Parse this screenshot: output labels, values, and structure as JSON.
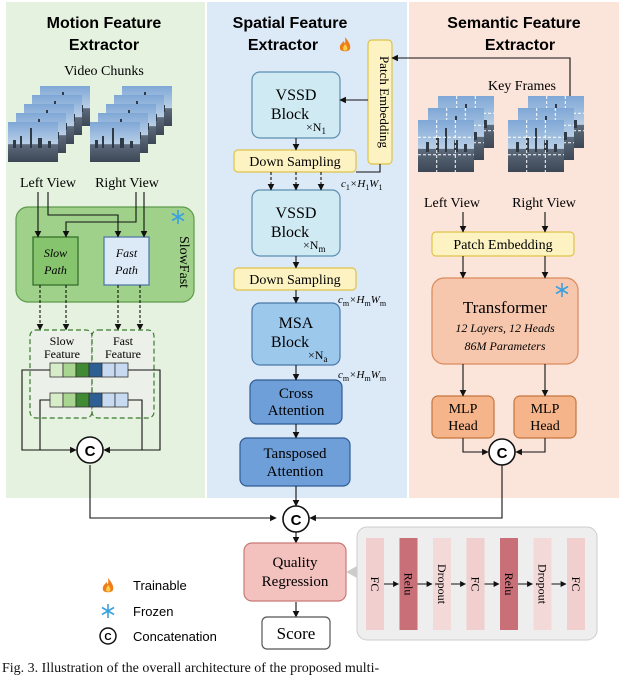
{
  "motion": {
    "title_line1": "Motion Feature",
    "title_line2": "Extractor",
    "chunks_label": "Video Chunks",
    "left_view": "Left View",
    "right_view": "Right View",
    "slowfast_label": "SlowFast",
    "slow_path_line1": "Slow",
    "slow_path_line2": "Path",
    "fast_path_line1": "Fast",
    "fast_path_line2": "Path",
    "slow_feature_line1": "Slow",
    "slow_feature_line2": "Feature",
    "fast_feature_line1": "Fast",
    "fast_feature_line2": "Feature"
  },
  "spatial": {
    "title_line1": "Spatial Feature",
    "title_line2": "Extractor",
    "patch_embedding": "Patch Embedding",
    "vssd1_line1": "VSSD",
    "vssd1_line2": "Block",
    "vssd1_mult": "×N",
    "vssd1_sub": "1",
    "down_sampling_1": "Down Sampling",
    "dim1_c": "c",
    "dim1_rest": "×H",
    "dim1_tail": "W",
    "dim1_sub": "1",
    "vssd2_line1": "VSSD",
    "vssd2_line2": "Block",
    "vssd2_mult": "×N",
    "vssd2_sub": "m",
    "down_sampling_2": "Down Sampling",
    "dim2_c": "c",
    "dim2_rest": "×H",
    "dim2_tail": "W",
    "dim2_sub": "m",
    "msa_line1": "MSA",
    "msa_line2": "Block",
    "msa_mult": "×N",
    "msa_sub": "a",
    "dim3_c": "c",
    "dim3_rest": "×H",
    "dim3_tail": "W",
    "dim3_sub": "m",
    "cross_line1": "Cross",
    "cross_line2": "Attention",
    "trans_line1": "Tansposed",
    "trans_line2": "Attention"
  },
  "semantic": {
    "title_line1": "Semantic Feature",
    "title_line2": "Extractor",
    "key_frames": "Key Frames",
    "left_view": "Left View",
    "right_view": "Right View",
    "patch_embedding": "Patch Embedding",
    "transformer": "Transformer",
    "transformer_detail1": "12 Layers, 12 Heads",
    "transformer_detail2": "86M Parameters",
    "mlp1_line1": "MLP",
    "mlp1_line2": "Head",
    "mlp2_line1": "MLP",
    "mlp2_line2": "Head"
  },
  "bottom": {
    "concat_symbol": "C",
    "quality_line1": "Quality",
    "quality_line2": "Regression",
    "score": "Score",
    "layers": [
      "FC",
      "Relu",
      "Dropout",
      "FC",
      "Relu",
      "Dropout",
      "FC"
    ]
  },
  "legend": {
    "trainable": "Trainable",
    "frozen": "Frozen",
    "concatenation": "Concatenation"
  },
  "caption": "Fig. 3.   Illustration of the overall architecture of the proposed multi-",
  "colors": {
    "motion_bg": "#e6f2e0",
    "spatial_bg": "#dce9f7",
    "semantic_bg": "#fbe4da",
    "slowfast_fill": "#9fd18a",
    "vssd_fill": "#cfeaf3",
    "attention_fill": "#6f9fd8",
    "yellow_fill": "#fdf3c2",
    "salmon_fill": "#f6c7ad",
    "regression_fill": "#f3c2bf",
    "relu_fill": "#c96f78",
    "fc_fill": "#f2cfcf",
    "mlp_panel_bg": "#eeeeee"
  }
}
